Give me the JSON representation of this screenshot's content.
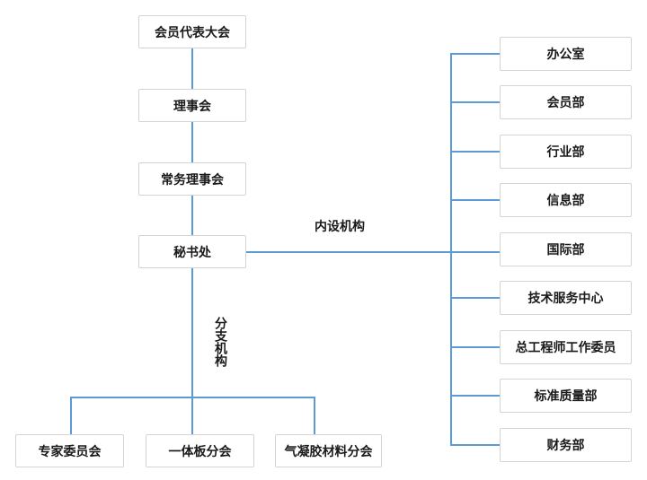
{
  "nodes": {
    "left": [
      "会员代表大会",
      "理事会",
      "常务理事会",
      "秘书处"
    ],
    "right": [
      "办公室",
      "会员部",
      "行业部",
      "信息部",
      "国际部",
      "技术服务中心",
      "总工程师工作委员",
      "标准质量部",
      "财务部"
    ],
    "bottom": [
      "专家委员会",
      "一体板分会",
      "气凝胶材料分会"
    ]
  },
  "labels": {
    "internal_orgs": "内设机构",
    "branch_orgs": "分支机构"
  },
  "colors": {
    "connector": "#5B9BD5",
    "box_border": "#D4D4D4",
    "box_bg": "#FFFFFF",
    "text": "#1A1A1A",
    "background": "#FFFFFF"
  }
}
